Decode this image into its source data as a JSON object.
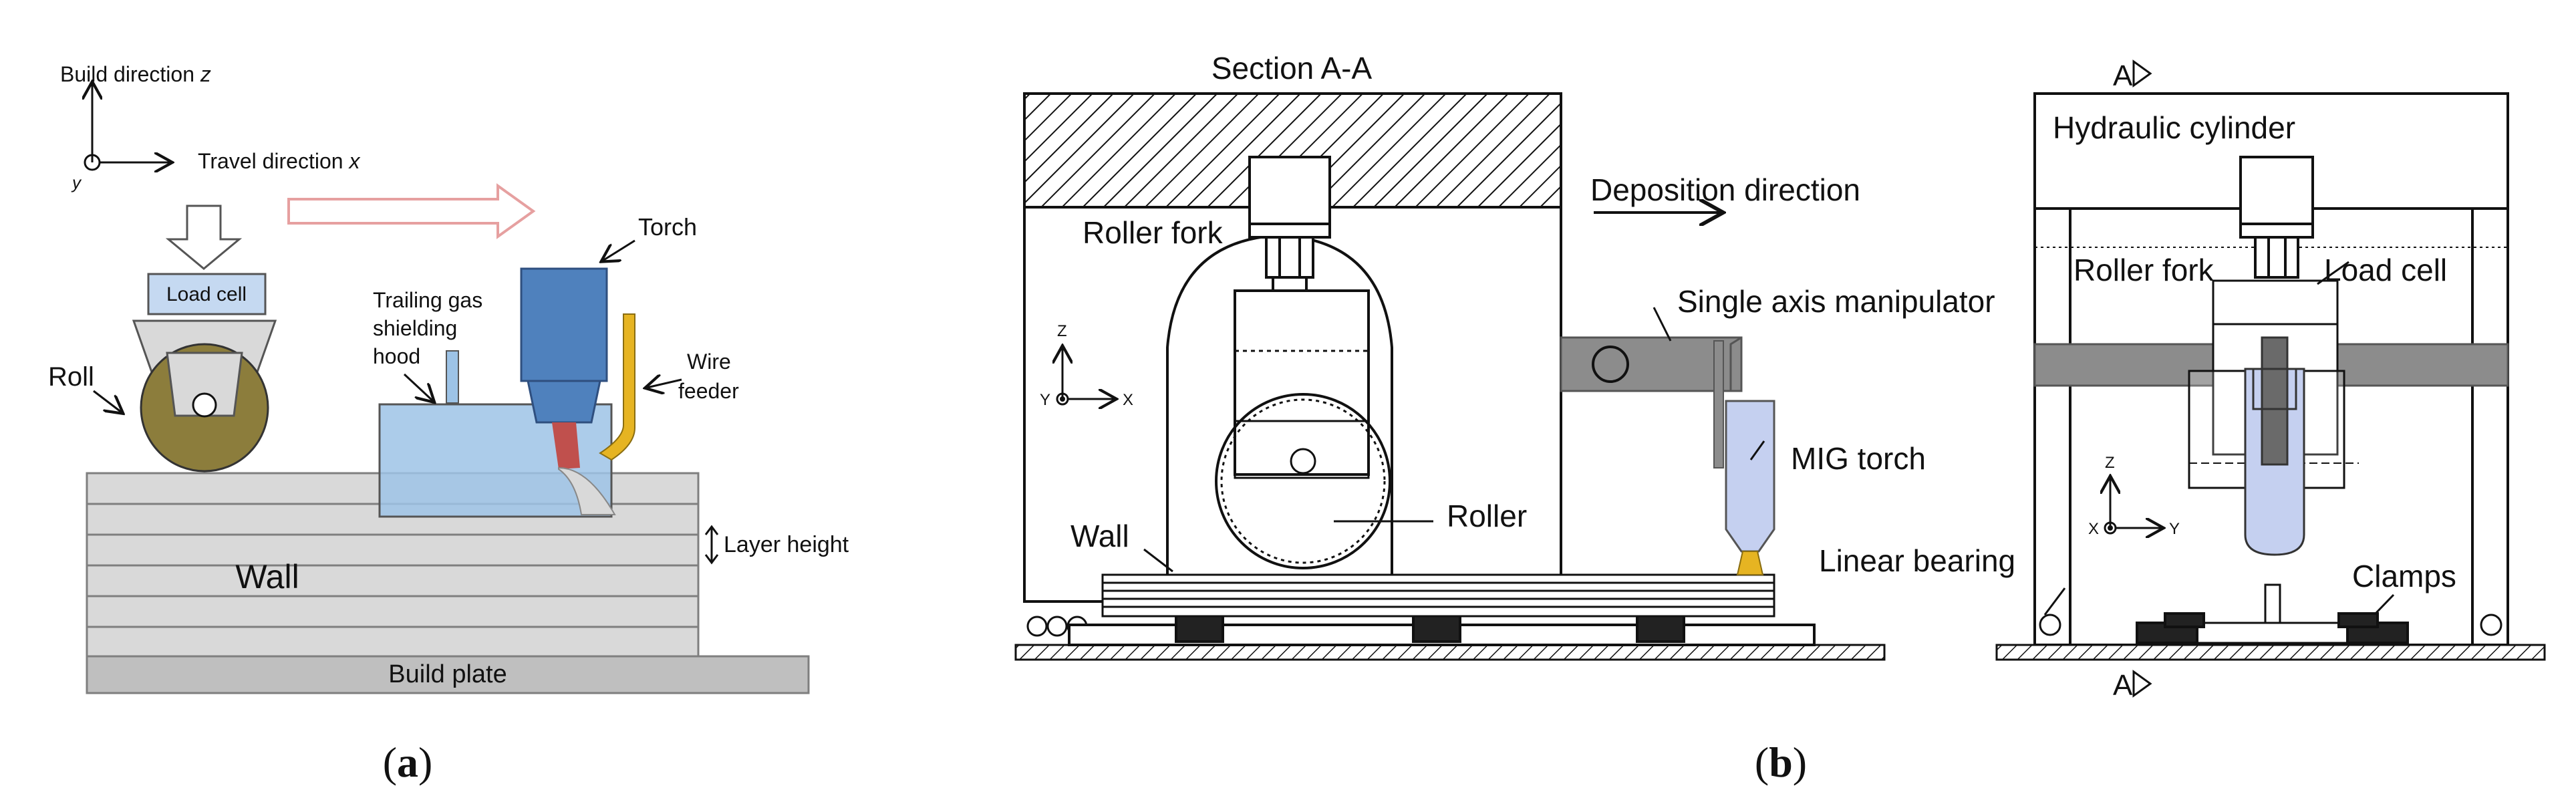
{
  "panel_a": {
    "axes": {
      "build_direction": "Build direction",
      "build_axis": "z",
      "travel_direction": "Travel direction",
      "travel_axis": "x",
      "y_axis": "y"
    },
    "load_cell": "Load cell",
    "roll": "Roll",
    "trailing_line1": "Trailing gas",
    "trailing_line2": "shielding",
    "trailing_line3": "hood",
    "torch": "Torch",
    "wire_line1": "Wire",
    "wire_line2": "feeder",
    "layer_height": "Layer height",
    "wall": "Wall",
    "build_plate": "Build plate",
    "caption_letter": "a"
  },
  "panel_b": {
    "section": "Section A-A",
    "deposition": "Deposition direction",
    "roller_fork": "Roller fork",
    "single_axis": "Single axis manipulator",
    "mig_torch": "MIG torch",
    "roller": "Roller",
    "wall": "Wall",
    "axis_z": "Z",
    "axis_y": "Y",
    "axis_x": "X",
    "hydraulic": "Hydraulic cylinder",
    "roller_fork_side": "Roller fork",
    "load_cell": "Load cell",
    "linear_bearing": "Linear bearing",
    "clamps": "Clamps",
    "section_mark": "A",
    "caption_letter": "b"
  },
  "colors": {
    "load_cell_fill": "#c5d9f1",
    "roll_fill": "#8c7d3c",
    "torch_fill": "#4f81bd",
    "hood_fill": "#9dc3e6",
    "wire_fill": "#e6b422",
    "arc_fill": "#c0504d",
    "travel_arrow": "#e6a0a0",
    "wall_fill": "#d9d9d9",
    "plate_fill": "#bfbfbf",
    "manipulator": "#8c8c8c",
    "mig_fill": "#c5d0f0"
  }
}
